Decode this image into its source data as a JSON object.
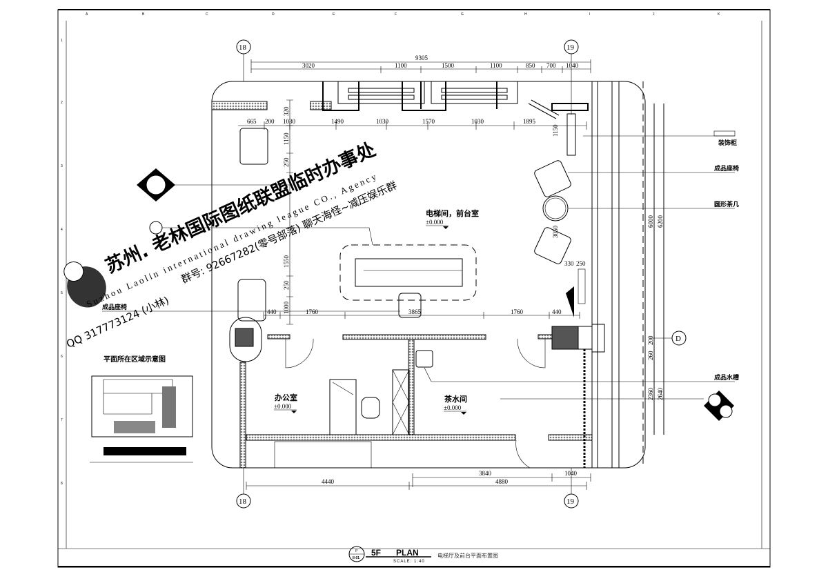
{
  "ruler": {
    "letters": [
      "A",
      "B",
      "C",
      "D",
      "E",
      "F",
      "G",
      "H",
      "I",
      "J",
      "K"
    ],
    "numbers": [
      "1",
      "2",
      "3",
      "4",
      "5",
      "6",
      "7",
      "8"
    ]
  },
  "axes": {
    "left": "18",
    "right": "19",
    "row": "D"
  },
  "dims_top": {
    "total": "9305",
    "row1": [
      "3020",
      "1100",
      "1500",
      "1100",
      "850",
      "700",
      "1040"
    ],
    "row2": [
      "665",
      "200",
      "1030",
      "1490",
      "1030",
      "1570",
      "1030",
      "1895"
    ]
  },
  "dims_left": [
    "320",
    "1150",
    "250",
    "1550",
    "250",
    "1000"
  ],
  "dims_mid": [
    "440",
    "1760",
    "3865",
    "1760",
    "440"
  ],
  "dims_right": [
    "1150",
    "3050",
    "330",
    "250",
    "6000",
    "6200",
    "200",
    "260",
    "2360",
    "2640"
  ],
  "dims_bottom": {
    "left": "4440",
    "right_upper": "3840",
    "right_lower": "4880",
    "right_end": "1040"
  },
  "rooms": {
    "lobby": {
      "name": "电梯间，前台室",
      "level": "±0.000"
    },
    "office": {
      "name": "办公室",
      "level": "±0.000"
    },
    "pantry": {
      "name": "茶水间",
      "level": "±0.000"
    }
  },
  "callouts": {
    "decor_cabinet": "装饰柜",
    "chair": "成品座椅",
    "round_table": "圆形茶几",
    "sink": "成品水槽",
    "left_seat": "成品座椅"
  },
  "watermark": {
    "title": "苏州. 老林国际图纸联盟临时办事处",
    "english": "Suzhou Laolin international drawing league CO., Agency",
    "group": "群号:  92667282(零号部落) 聊天海怪~减压娱乐群",
    "qq": "QQ 317773124 (小林)"
  },
  "inset": {
    "title": "平面所在区域示意图"
  },
  "title_block": {
    "floor": "5F",
    "plan": "PLAN",
    "scale": "SCALE: 1:40",
    "name": "电梯厅及前台平面布置图",
    "symbol_top": "P",
    "symbol_bottom": "II-01"
  }
}
